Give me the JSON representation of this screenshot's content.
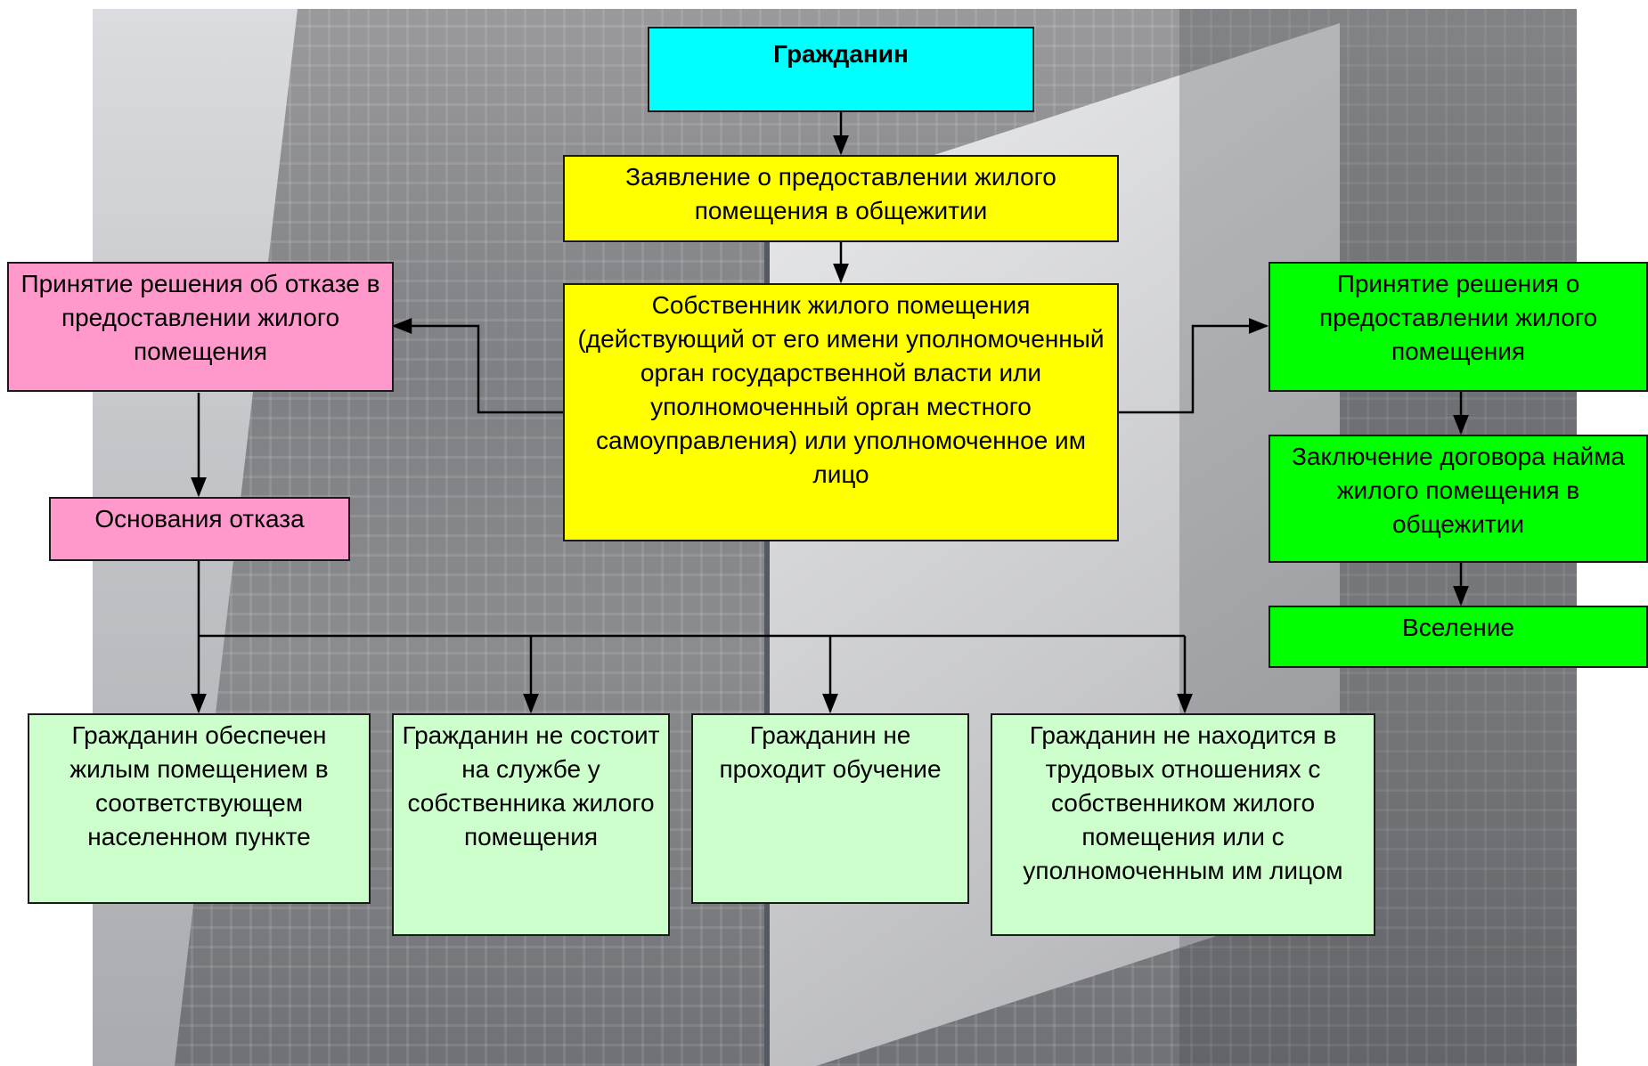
{
  "boxes": {
    "citizen": "Гражданин",
    "application": "Заявление о предоставлении жилого помещения в общежитии",
    "owner": "Собственник жилого помещения (действующий от его имени уполномоченный орган государственной власти или уполномоченный орган местного самоуправления) или уполномоченное им лицо",
    "refusal_decision": "Принятие решения об отказе в предоставлении жилого помещения",
    "refusal_grounds": "Основания отказа",
    "grant_decision": "Принятие решения о предоставлении жилого помещения",
    "contract": "Заключение договора найма жилого помещения в общежитии",
    "move_in": "Вселение",
    "ground_housed": "Гражданин обеспечен жилым помещением в соответствующем населенном пункте",
    "ground_not_serving": "Гражданин не состоит на службе у собственника жилого помещения",
    "ground_not_studying": "Гражданин не проходит обучение",
    "ground_not_employed": "Гражданин не находится в трудовых отношениях с собственником жилого помещения или с уполномоченным им лицом"
  },
  "colors": {
    "citizen": "#00ffff",
    "process": "#ffff00",
    "refusal": "#ff99cc",
    "grant": "#00ff00",
    "grounds": "#ccffcc",
    "line": "#000000"
  }
}
